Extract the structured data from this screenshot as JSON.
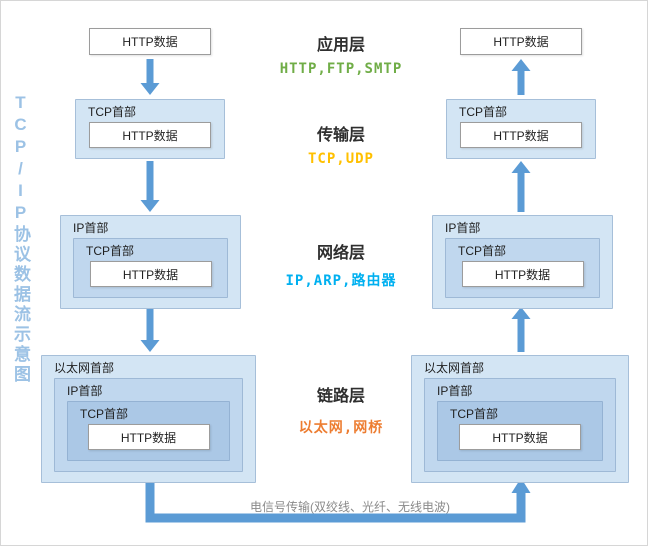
{
  "title": {
    "vertical": "TCP/IP协议数据流示意图",
    "color": "#9cc2e5"
  },
  "layers": [
    {
      "label": "应用层",
      "protocols": "HTTP,FTP,SMTP",
      "color": "#70ad47"
    },
    {
      "label": "传输层",
      "protocols": "TCP,UDP",
      "color": "#ffc000"
    },
    {
      "label": "网络层",
      "protocols": "IP,ARP,路由器",
      "color": "#00b0f0"
    },
    {
      "label": "链路层",
      "protocols": "以太网,网桥",
      "color": "#ed7d31"
    }
  ],
  "boxes": {
    "http_data": "HTTP数据",
    "tcp_header": "TCP首部",
    "ip_header": "IP首部",
    "ethernet_header": "以太网首部"
  },
  "footer": {
    "transmission_note": "电信号传输(双绞线、光纤、无线电波)"
  },
  "colors": {
    "arrow": "#5b9bd5"
  }
}
